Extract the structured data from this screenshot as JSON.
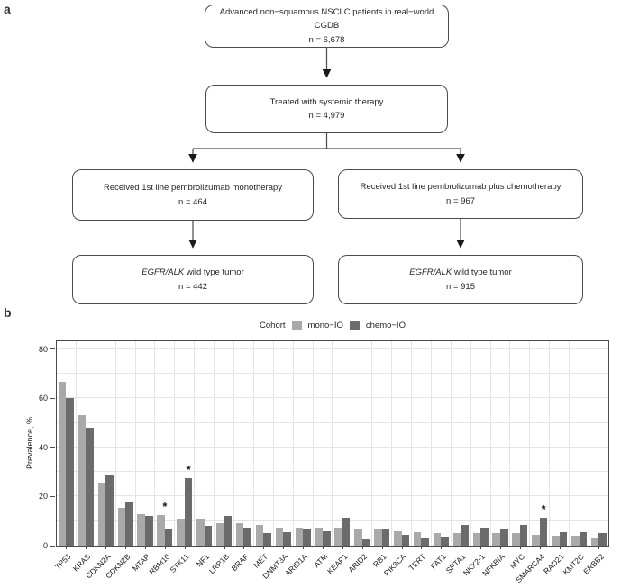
{
  "panel_a_label": "a",
  "panel_b_label": "b",
  "flowchart": {
    "box1": {
      "label": "Advanced non−squamous NSCLC patients in real−world CGDB",
      "n": "n = 6,678"
    },
    "box2": {
      "label": "Treated with systemic therapy",
      "n": "n = 4,979"
    },
    "box3": {
      "label": "Received 1st line pembrolizumab monotherapy",
      "n": "n = 464"
    },
    "box4": {
      "label": "Received 1st line pembrolizumab plus chemotherapy",
      "n": "n = 967"
    },
    "box5": {
      "label_italic": "EGFR/ALK",
      "label": " wild type tumor",
      "n": "n = 442"
    },
    "box6": {
      "label_italic": "EGFR/ALK",
      "label": " wild type tumor",
      "n": "n = 915"
    }
  },
  "chart_data": {
    "type": "bar",
    "title": "",
    "xlabel": "",
    "ylabel": "Prevalence, %",
    "ylim": [
      0,
      83
    ],
    "yticks": [
      0,
      20,
      40,
      60,
      80
    ],
    "grid": true,
    "legend_title": "Cohort",
    "legend_position": "top",
    "series_colors": {
      "mono-IO": "#a9a9a9",
      "chemo-IO": "#6b6b6b"
    },
    "categories": [
      "TP53",
      "KRAS",
      "CDKN2A",
      "CDKN2B",
      "MTAP",
      "RBM10",
      "STK11",
      "NF1",
      "LRP1B",
      "BRAF",
      "MET",
      "DNMT3A",
      "ARID1A",
      "ATM",
      "KEAP1",
      "ARID2",
      "RB1",
      "PIK3CA",
      "TERT",
      "FAT1",
      "SPTA1",
      "NKX2-1",
      "NFKBIA",
      "MYC",
      "SMARCA4",
      "RAD21",
      "KMT2C",
      "ERBB2"
    ],
    "series": [
      {
        "name": "mono−IO",
        "key": "mono-IO",
        "values": [
          66.5,
          53,
          25.5,
          15.5,
          13,
          12.5,
          11,
          11,
          9,
          9,
          8.5,
          7.5,
          7.5,
          7.5,
          7.5,
          6.5,
          6.5,
          6,
          5.5,
          5,
          5,
          5,
          5,
          5,
          4.5,
          4,
          4,
          3
        ]
      },
      {
        "name": "chemo−IO",
        "key": "chemo-IO",
        "values": [
          60,
          48,
          29,
          17.5,
          12,
          7,
          27.5,
          8,
          12,
          7.5,
          5,
          5.5,
          6.5,
          6,
          11.5,
          2.5,
          6.5,
          4.5,
          3,
          3.5,
          8.5,
          7.5,
          6.5,
          8.5,
          11.5,
          5.5,
          5.5,
          5
        ]
      }
    ],
    "significance_stars": [
      {
        "gene": "RBM10",
        "over": "pair"
      },
      {
        "gene": "STK11",
        "over": "chemo-IO"
      },
      {
        "gene": "SMARCA4",
        "over": "chemo-IO"
      }
    ]
  }
}
